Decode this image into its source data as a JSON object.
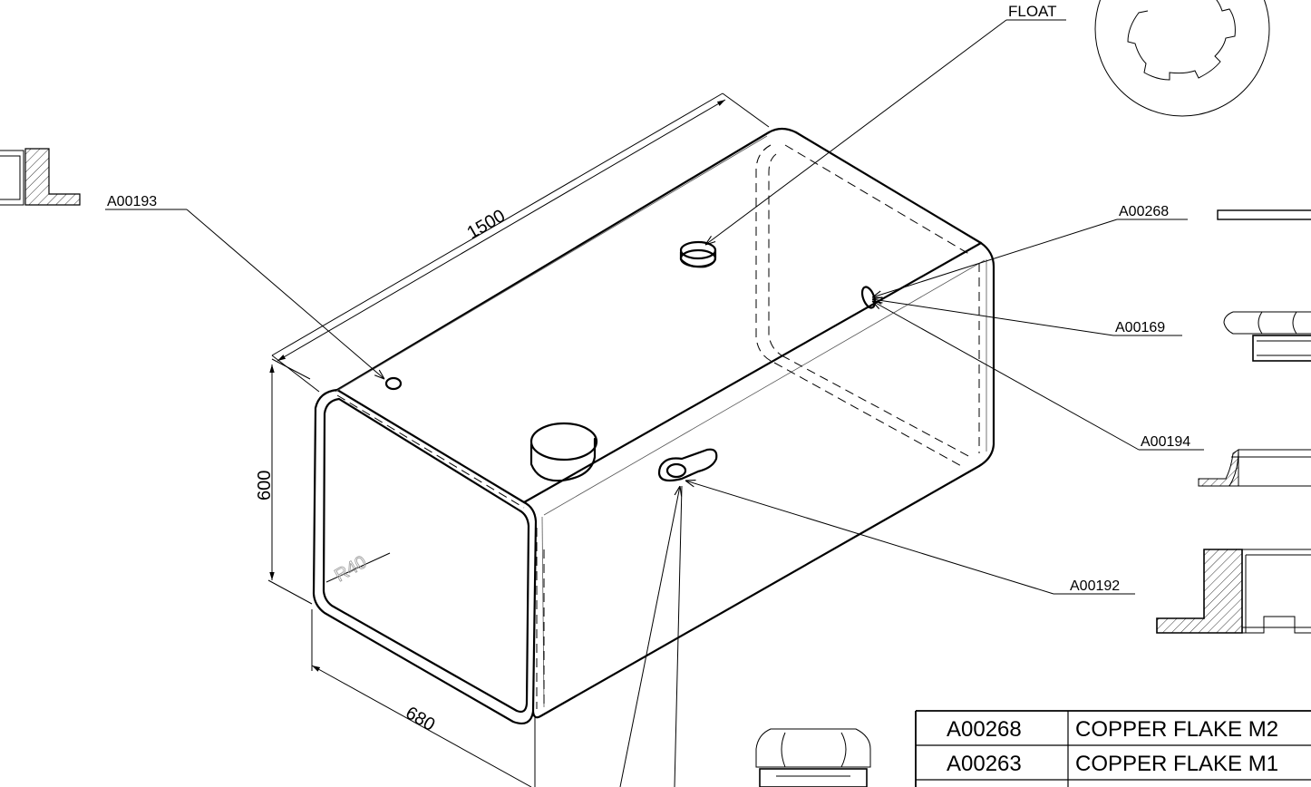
{
  "dimensions": {
    "length": "1500",
    "height": "600",
    "width": "680",
    "radius": "R40"
  },
  "callouts": {
    "float": "FLOAT",
    "a00193": "A00193",
    "a00268": "A00268",
    "a00169": "A00169",
    "a00194": "A00194",
    "a00192": "A00192"
  },
  "parts_table": {
    "rows": [
      {
        "code": "A00268",
        "description": "COPPER FLAKE M2"
      },
      {
        "code": "A00263",
        "description": "COPPER FLAKE M1"
      }
    ]
  }
}
